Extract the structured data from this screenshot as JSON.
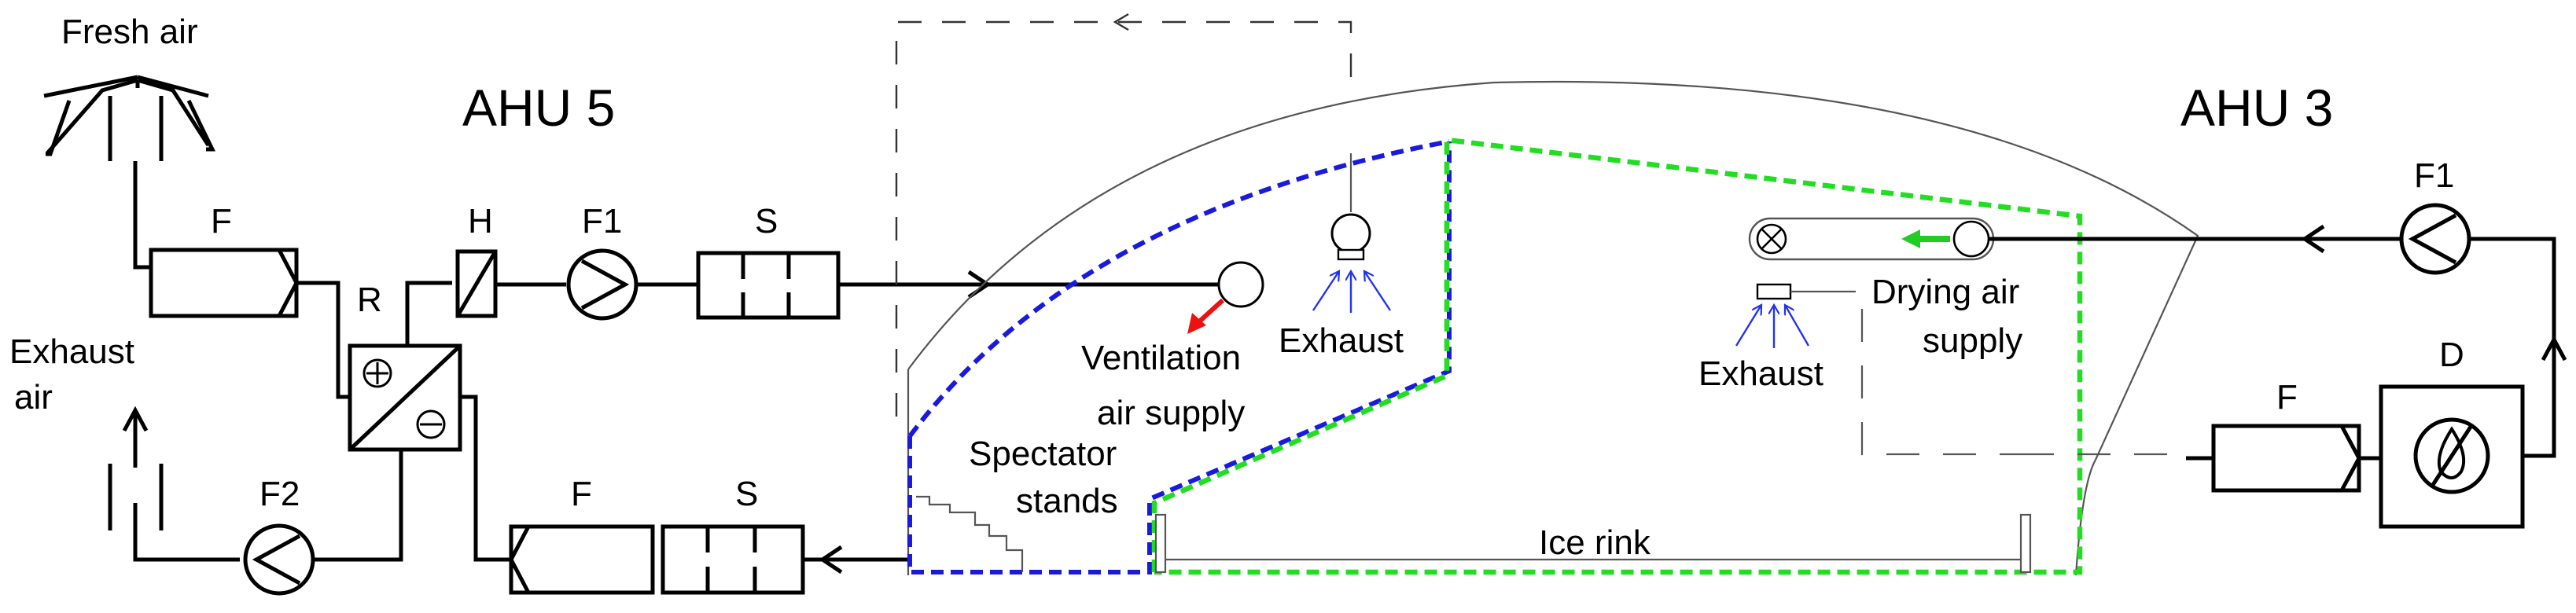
{
  "units": {
    "ahu5": "AHU 5",
    "ahu3": "AHU 3"
  },
  "labels": {
    "fresh_air": "Fresh air",
    "exhaust_air_1": "Exhaust",
    "exhaust_air_2": "air",
    "r": "R",
    "plus": "⊕",
    "minus": "⊖",
    "f_top": "F",
    "h": "H",
    "f1_left": "F1",
    "s_top": "S",
    "f2": "F2",
    "f_bottom": "F",
    "s_bottom": "S",
    "vent_supply_1": "Ventilation",
    "vent_supply_2": "air supply",
    "exhaust_mid": "Exhaust",
    "exhaust_right": "Exhaust",
    "drying_1": "Drying air",
    "drying_2": "supply",
    "spectator_1": "Spectator",
    "spectator_2": "stands",
    "ice_rink": "Ice rink",
    "f1_right": "F1",
    "f_right": "F",
    "d": "D"
  },
  "colors": {
    "blue_zone": "#1a1adc",
    "green_zone": "#22dd22",
    "vent_arrow": "#ee1111",
    "drying_arrow": "#22cc22"
  }
}
